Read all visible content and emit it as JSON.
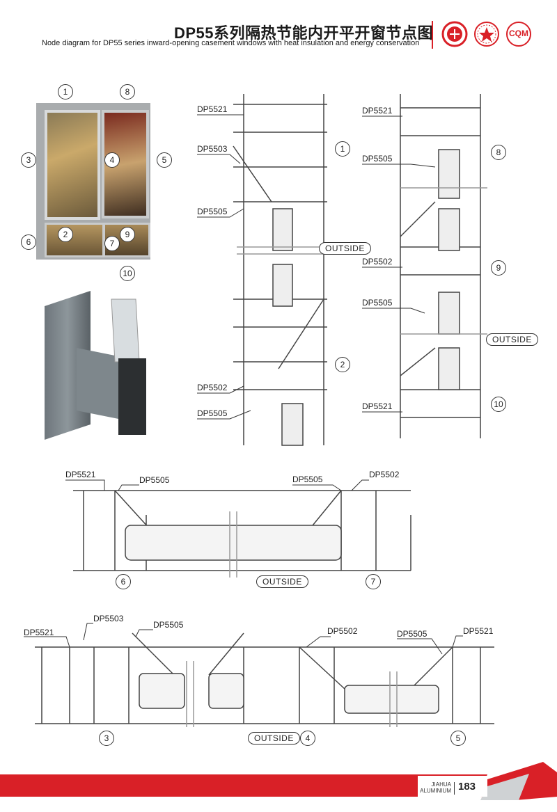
{
  "header": {
    "title_cn": "DP55系列隔热节能内开平开窗节点图",
    "title_en": "Node diagram for DP55 series inward-opening casement windows with heat insulation and energy conservation",
    "logo_3_text": "CQM",
    "accent_color": "#d92027"
  },
  "window_photo": {
    "callouts": [
      "1",
      "8",
      "3",
      "4",
      "5",
      "6",
      "2",
      "9",
      "7",
      "10"
    ]
  },
  "sections": {
    "upper_left": {
      "labels": [
        "DP5521",
        "DP5503",
        "DP5505",
        "DP5502",
        "DP5505"
      ],
      "callouts": [
        "1",
        "2"
      ],
      "outside": "OUTSIDE"
    },
    "upper_right": {
      "labels": [
        "DP5521",
        "DP5505",
        "DP5502",
        "DP5505",
        "DP5521"
      ],
      "callouts": [
        "8",
        "9",
        "10"
      ],
      "outside": "OUTSIDE"
    },
    "middle": {
      "labels": [
        "DP5521",
        "DP5505",
        "DP5505",
        "DP5502"
      ],
      "callouts": [
        "6",
        "7"
      ],
      "outside": "OUTSIDE"
    },
    "bottom": {
      "labels": [
        "DP5521",
        "DP5503",
        "DP5505",
        "DP5502",
        "DP5505",
        "DP5521"
      ],
      "callouts": [
        "3",
        "4",
        "5"
      ],
      "outside": "OUTSIDE"
    }
  },
  "footer": {
    "brand_line1": "JIAHUA",
    "brand_line2": "ALUMINIUM",
    "page_number": "183",
    "accent_color": "#d92027"
  }
}
